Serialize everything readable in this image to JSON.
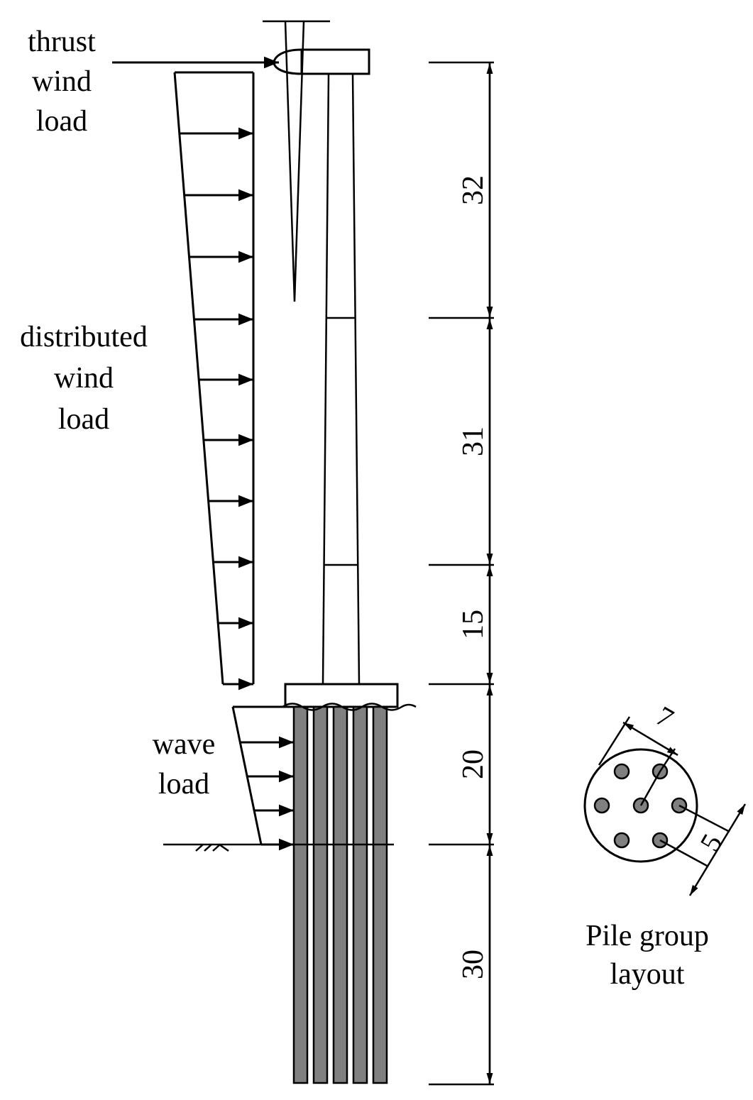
{
  "labels": {
    "thrust_1": "thrust",
    "thrust_2": "wind",
    "thrust_3": "load",
    "dist_1": "distributed",
    "dist_2": "wind",
    "dist_3": "load",
    "wave_1": "wave",
    "wave_2": "load",
    "pile_1": "Pile group",
    "pile_2": "layout"
  },
  "dimensions": [
    "32",
    "31",
    "15",
    "20",
    "30"
  ],
  "pile_dims": {
    "spacing_outer": "7",
    "spacing_side": "5"
  },
  "colors": {
    "line": "#000000",
    "pile_fill": "#808080",
    "background": "#ffffff"
  }
}
